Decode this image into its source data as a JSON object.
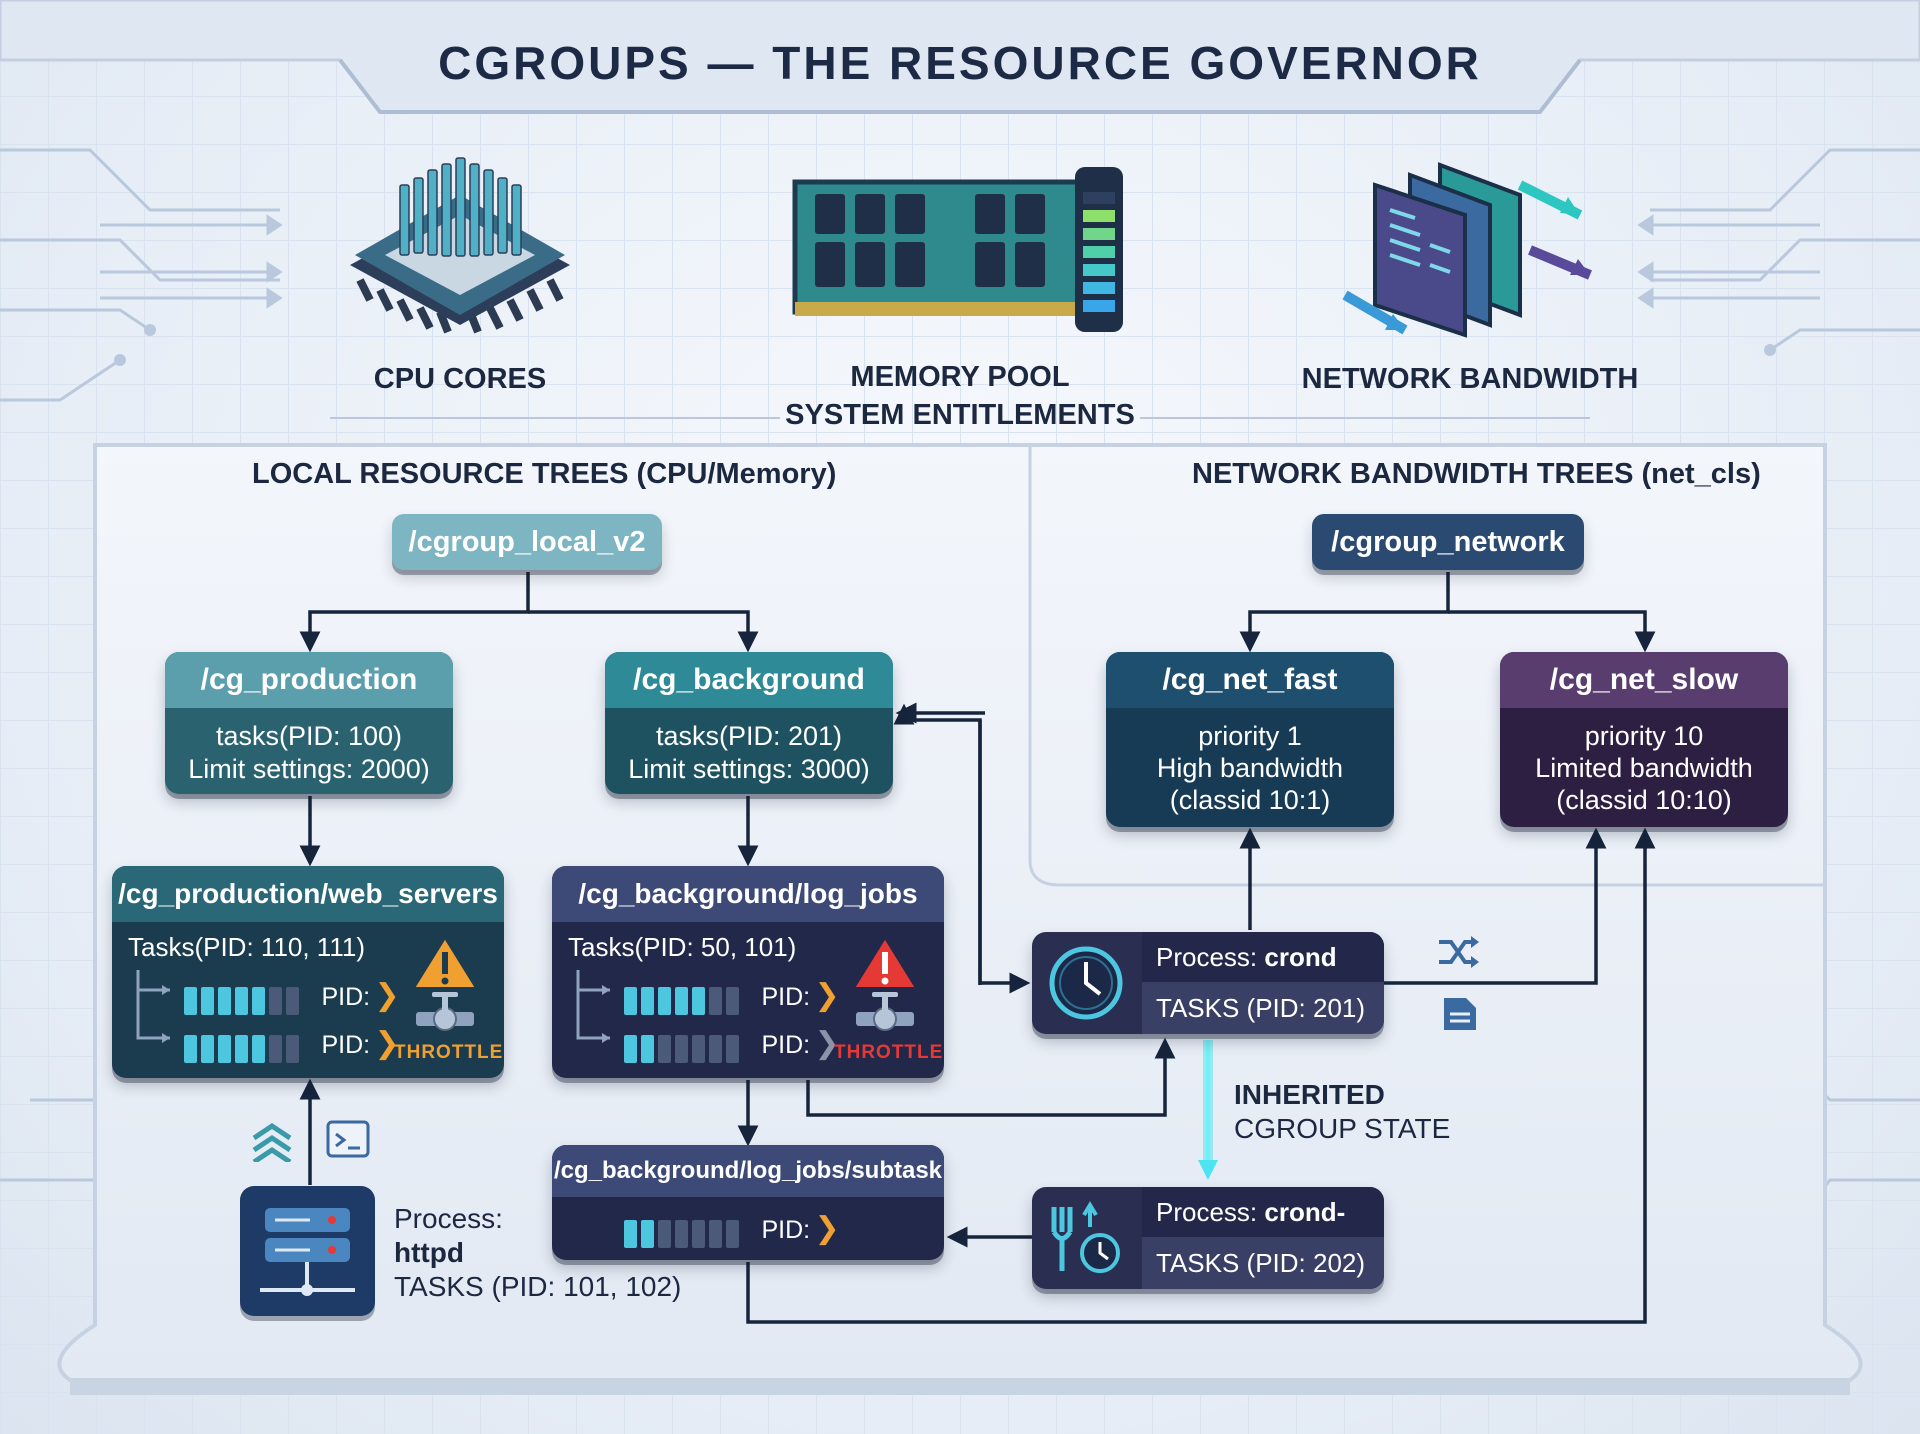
{
  "title": "CGROUPS — THE RESOURCE GOVERNOR",
  "resources": {
    "cpu": "CPU CORES",
    "memory_line1": "MEMORY POOL",
    "memory_line2": "SYSTEM ENTITLEMENTS",
    "network": "NETWORK BANDWIDTH"
  },
  "sections": {
    "local": "LOCAL RESOURCE TREES (CPU/Memory)",
    "network": "NETWORK BANDWIDTH TREES (net_cls)"
  },
  "local_tree": {
    "root": "/cgroup_local_v2",
    "production": {
      "name": "/cg_production",
      "tasks": "tasks(PID: 100)",
      "limit": "Limit settings: 2000)"
    },
    "background": {
      "name": "/cg_background",
      "tasks": "tasks(PID: 201)",
      "limit": "Limit settings: 3000)"
    },
    "web_servers": {
      "name": "/cg_production/web_servers",
      "tasks": "Tasks(PID: 110, 111)",
      "pid_label": "PID:",
      "throttle": "THROTTLE"
    },
    "log_jobs": {
      "name": "/cg_background/log_jobs",
      "tasks": "Tasks(PID: 50, 101)",
      "pid_label": "PID:",
      "throttle": "THROTTLE"
    },
    "subtask": {
      "name": "/cg_background/log_jobs/subtask",
      "pid_label": "PID:"
    }
  },
  "network_tree": {
    "root": "/cgroup_network",
    "fast": {
      "name": "/cg_net_fast",
      "l1": "priority 1",
      "l2": "High bandwidth",
      "l3": "(classid 10:1)"
    },
    "slow": {
      "name": "/cg_net_slow",
      "l1": "priority 10",
      "l2": "Limited bandwidth",
      "l3": "(classid 10:10)"
    }
  },
  "processes": {
    "crond": {
      "label": "Process:",
      "name": "crond",
      "tasks": "TASKS (PID: 201)"
    },
    "crond_fork": {
      "label": "Process:",
      "name": "crond-fork",
      "tasks": "TASKS (PID: 202)"
    },
    "httpd": {
      "label": "Process:",
      "name": "httpd",
      "tasks": "TASKS (PID: 101, 102)"
    }
  },
  "inherited": {
    "line1": "INHERITED",
    "line2": "CGROUP STATE"
  },
  "colors": {
    "teal": "#4f9fae",
    "teal_dark": "#2f6f7c",
    "navy": "#1f3e5c",
    "purple": "#3a2a52",
    "purple_head": "#5a3f70",
    "indigo_head": "#3d4a78",
    "cyan_glow": "#4de3f0",
    "warning_orange": "#f0a030",
    "warning_red": "#e53935"
  },
  "icons": [
    "cpu-chip-icon",
    "memory-module-icon",
    "network-cards-icon",
    "clock-icon",
    "fork-clock-icon",
    "server-icon",
    "terminal-icon",
    "chevrons-up-icon",
    "shuffle-icon",
    "document-icon",
    "warning-icon",
    "valve-icon"
  ]
}
